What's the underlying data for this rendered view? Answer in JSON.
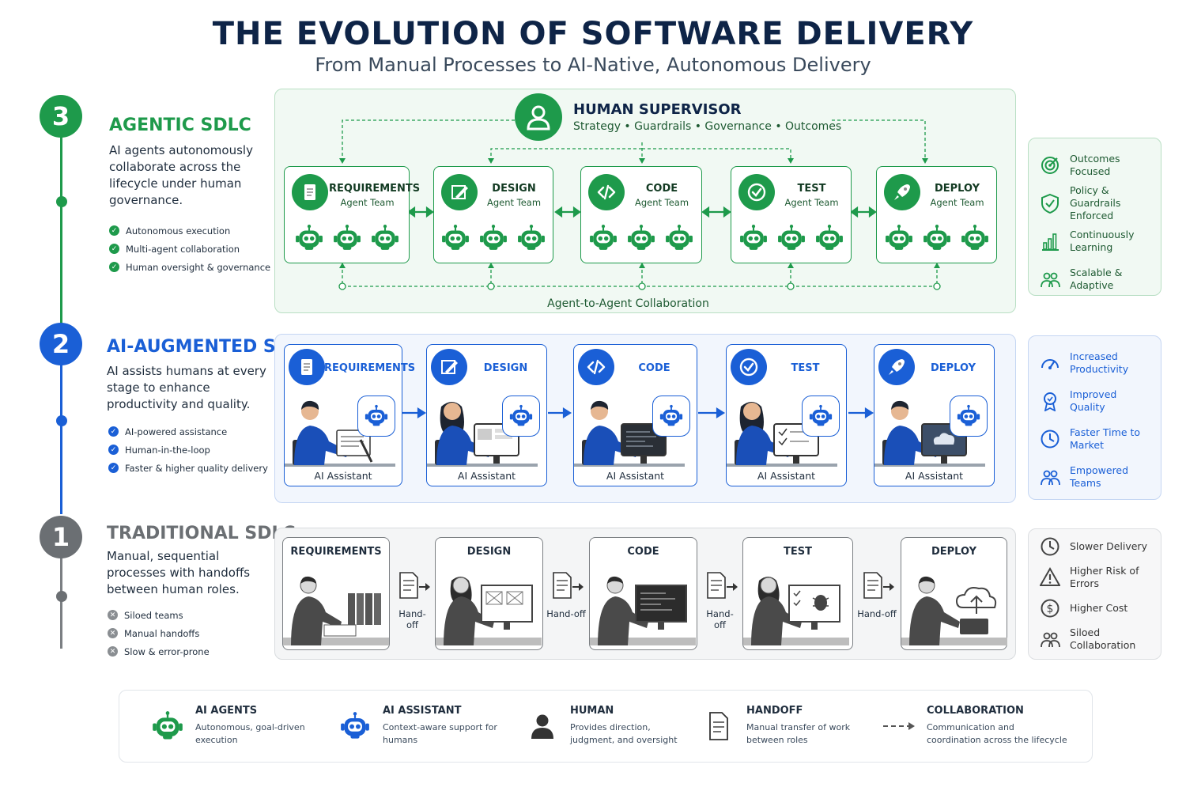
{
  "header": {
    "title": "THE EVOLUTION OF SOFTWARE DELIVERY",
    "subtitle": "From Manual Processes to AI-Native, Autonomous Delivery"
  },
  "colors": {
    "green": "#1e9a4b",
    "blue": "#1a5fd6",
    "gray": "#6b6f73",
    "navy": "#0e2447"
  },
  "agentic": {
    "number": "3",
    "title": "AGENTIC SDLC",
    "description": "AI agents autonomously collaborate across the lifecycle under human governance.",
    "bullets": [
      "Autonomous execution",
      "Multi-agent collaboration",
      "Human oversight & governance"
    ],
    "supervisor": {
      "title": "HUMAN SUPERVISOR",
      "subtitle": "Strategy • Guardrails • Governance • Outcomes"
    },
    "stages": [
      {
        "label": "REQUIREMENTS",
        "sub": "Agent Team",
        "icon": "document-icon"
      },
      {
        "label": "DESIGN",
        "sub": "Agent Team",
        "icon": "design-pen-icon"
      },
      {
        "label": "CODE",
        "sub": "Agent Team",
        "icon": "code-icon"
      },
      {
        "label": "TEST",
        "sub": "Agent Team",
        "icon": "check-icon"
      },
      {
        "label": "DEPLOY",
        "sub": "Agent Team",
        "icon": "rocket-icon"
      }
    ],
    "collab_label": "Agent-to-Agent Collaboration",
    "side": [
      {
        "label": "Outcomes Focused",
        "icon": "target-icon"
      },
      {
        "label": "Policy & Guardrails Enforced",
        "icon": "shield-icon"
      },
      {
        "label": "Continuously Learning",
        "icon": "bar-chart-icon"
      },
      {
        "label": "Scalable & Adaptive",
        "icon": "people-icon"
      }
    ]
  },
  "augmented": {
    "number": "2",
    "title": "AI-AUGMENTED SDLC",
    "description": "AI assists humans at every stage to enhance productivity and quality.",
    "bullets": [
      "AI-powered assistance",
      "Human-in-the-loop",
      "Faster & higher quality delivery"
    ],
    "stages": [
      {
        "label": "REQUIREMENTS",
        "sub": "AI Assistant",
        "icon": "document-icon"
      },
      {
        "label": "DESIGN",
        "sub": "AI Assistant",
        "icon": "design-pen-icon"
      },
      {
        "label": "CODE",
        "sub": "AI Assistant",
        "icon": "code-icon"
      },
      {
        "label": "TEST",
        "sub": "AI Assistant",
        "icon": "check-icon"
      },
      {
        "label": "DEPLOY",
        "sub": "AI Assistant",
        "icon": "rocket-icon"
      }
    ],
    "side": [
      {
        "label": "Increased Productivity",
        "icon": "gauge-icon"
      },
      {
        "label": "Improved Quality",
        "icon": "award-icon"
      },
      {
        "label": "Faster Time to Market",
        "icon": "clock-icon"
      },
      {
        "label": "Empowered Teams",
        "icon": "people-icon"
      }
    ]
  },
  "traditional": {
    "number": "1",
    "title": "TRADITIONAL SDLC",
    "description": "Manual, sequential processes with handoffs between human roles.",
    "bullets": [
      "Siloed teams",
      "Manual handoffs",
      "Slow & error-prone"
    ],
    "stages": [
      {
        "label": "REQUIREMENTS",
        "scene": "binders"
      },
      {
        "label": "DESIGN",
        "scene": "wireframe"
      },
      {
        "label": "CODE",
        "scene": "code-screen"
      },
      {
        "label": "TEST",
        "scene": "bug-screen"
      },
      {
        "label": "DEPLOY",
        "scene": "cloud"
      }
    ],
    "handoff_label": "Hand-off",
    "side": [
      {
        "label": "Slower Delivery",
        "icon": "clock-icon"
      },
      {
        "label": "Higher Risk of Errors",
        "icon": "warning-icon"
      },
      {
        "label": "Higher Cost",
        "icon": "dollar-icon"
      },
      {
        "label": "Siloed Collaboration",
        "icon": "people-icon"
      }
    ]
  },
  "legend": [
    {
      "title": "AI AGENTS",
      "desc": "Autonomous, goal-driven execution",
      "icon": "robot-icon"
    },
    {
      "title": "AI ASSISTANT",
      "desc": "Context-aware support for humans",
      "icon": "robot-outline-icon"
    },
    {
      "title": "HUMAN",
      "desc": "Provides direction, judgment, and oversight",
      "icon": "person-icon"
    },
    {
      "title": "HANDOFF",
      "desc": "Manual transfer of work between roles",
      "icon": "document-icon"
    },
    {
      "title": "COLLABORATION",
      "desc": "Communication and coordination across the lifecycle",
      "icon": "dashed-arrow-icon"
    }
  ]
}
